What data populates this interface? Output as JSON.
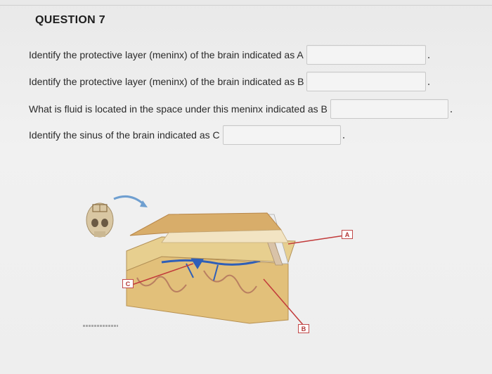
{
  "question": {
    "title": "QUESTION 7"
  },
  "prompts": [
    {
      "label": "Identify the protective layer (meninx) of the brain indicated as A",
      "value": ""
    },
    {
      "label": "Identify the protective layer (meninx) of the brain indicated as B",
      "value": ""
    },
    {
      "label": "What is fluid is located in the space under this meninx indicated as B",
      "value": ""
    },
    {
      "label": "Identify the sinus of the brain indicated as C",
      "value": ""
    }
  ],
  "figure": {
    "labels": {
      "a": "A",
      "b": "B",
      "c": "C"
    },
    "colors": {
      "label_line": "#c23b3b",
      "bone": "#e7cf8f",
      "scalp": "#d8ad6a",
      "brain_tissue": "#e2c07a",
      "vessel_blue": "#2f5fb8",
      "arrow": "#6f9fd0"
    }
  }
}
